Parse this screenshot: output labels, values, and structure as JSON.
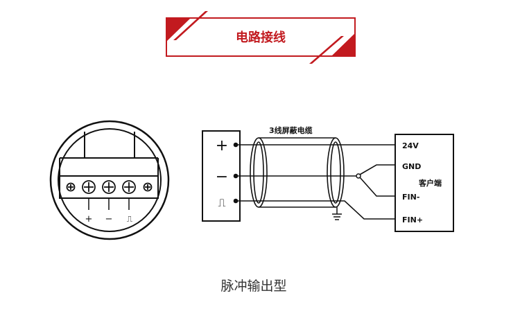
{
  "header": {
    "title": "电路接线",
    "accent_color": "#c21a1f"
  },
  "meter": {
    "terminal_labels": [
      "+",
      "−",
      "⎍"
    ]
  },
  "sensor_box": {
    "symbols": [
      "+",
      "−",
      "⎍"
    ]
  },
  "cable": {
    "label": "3线屏蔽电缆"
  },
  "client": {
    "label": "客户端",
    "pins": [
      "24V",
      "GND",
      "FIN-",
      "FIN+"
    ]
  },
  "caption": "脉冲输出型"
}
